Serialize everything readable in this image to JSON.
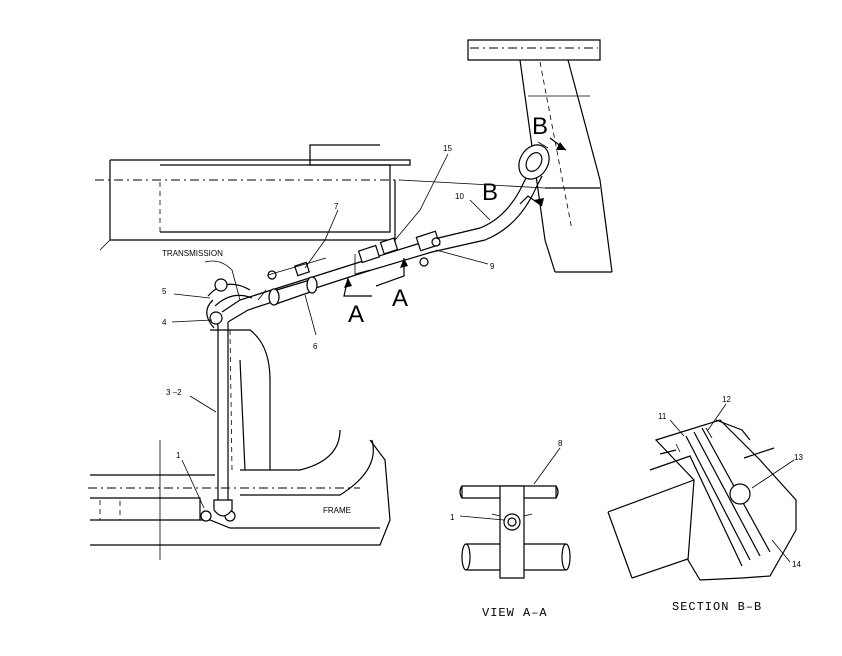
{
  "labels": {
    "transmission": "TRANSMISSION",
    "frame": "FRAME",
    "view_a_a": "VIEW A–A",
    "section_b_b": "SECTION B–B",
    "section_a": "A",
    "section_b": "B"
  },
  "callouts": {
    "c1": "1",
    "c3_2": "3 –2",
    "c4": "4",
    "c5": "5",
    "c6": "6",
    "c7": "7",
    "c8": "8",
    "c9": "9",
    "c10": "10",
    "c11": "11",
    "c12": "12",
    "c13": "13",
    "c14": "14",
    "c15": "15"
  }
}
